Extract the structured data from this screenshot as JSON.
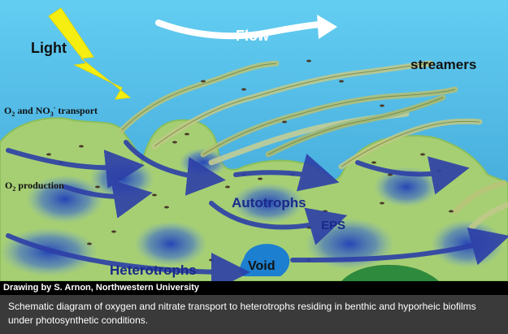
{
  "diagram": {
    "labels": {
      "light": "Light",
      "flow": "Flow",
      "streamers": "streamers",
      "transport_main": "O",
      "transport_sub": "2",
      "transport_mid": " and NO",
      "transport_sub2": "3",
      "transport_sup": "-",
      "transport_end": " transport",
      "production_main": "O",
      "production_sub": "2",
      "production_end": " production",
      "autotrophs": "Autotrophs",
      "eps": "EPS",
      "heterotrophs": "Heterotrophs",
      "void": "Void"
    },
    "colors": {
      "water_top": "#58c7ee",
      "water_bottom": "#3fa9d8",
      "biofilm": "#a6cf73",
      "biofilm_edge": "#8cbf5a",
      "cluster": "#2b55c8",
      "arrow": "#2d3fa8",
      "light": "#f5ee10",
      "void": "#1c7fd0"
    }
  },
  "credit": "Drawing by S. Arnon, Northwestern University",
  "caption": "Schematic diagram of oxygen and nitrate transport to heterotrophs residing in benthic and hyporheic biofilms under photosynthetic conditions."
}
